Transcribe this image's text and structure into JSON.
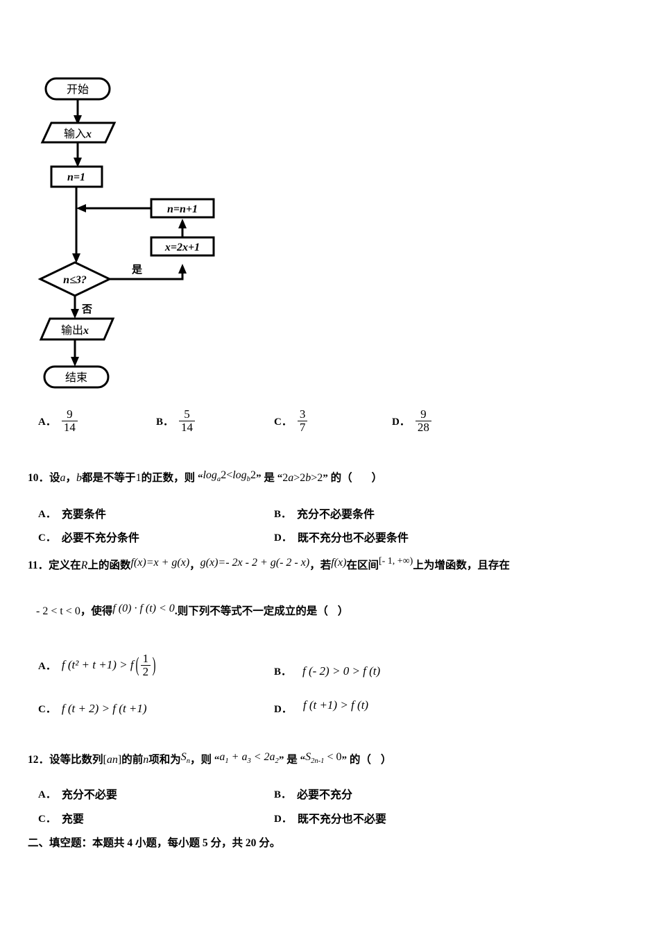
{
  "flowchart": {
    "title": "program-flowchart",
    "nodes": [
      {
        "id": "start",
        "shape": "rounded",
        "label": "开始"
      },
      {
        "id": "input",
        "shape": "parallelogram",
        "label_cn": "输入",
        "label_var": "x"
      },
      {
        "id": "init",
        "shape": "rect",
        "label_var": "n",
        "label_rest": "=1"
      },
      {
        "id": "increment",
        "shape": "rect",
        "label_var": "n",
        "label_rest": "=",
        "label_var2": "n",
        "label_rest2": "+1"
      },
      {
        "id": "update",
        "shape": "rect",
        "label_var": "x",
        "label_rest": "=2",
        "label_var2": "x",
        "label_rest2": "+1"
      },
      {
        "id": "decision",
        "shape": "diamond",
        "label_var": "n",
        "label_rest": "≤3?"
      },
      {
        "id": "output",
        "shape": "parallelogram",
        "label_cn": "输出",
        "label_var": "x"
      },
      {
        "id": "end",
        "shape": "rounded",
        "label": "结束"
      }
    ],
    "edge_labels": {
      "yes": "是",
      "no": "否"
    }
  },
  "q9_options": {
    "items": [
      {
        "letter": "A．",
        "num": "9",
        "den": "14"
      },
      {
        "letter": "B．",
        "num": "5",
        "den": "14"
      },
      {
        "letter": "C．",
        "num": "3",
        "den": "7"
      },
      {
        "letter": "D．",
        "num": "9",
        "den": "28"
      }
    ]
  },
  "q10": {
    "number": "10．",
    "text_a": "设",
    "var_a": "a",
    "comma": "，",
    "var_b": "b",
    "text_b": "都是不等于",
    "num_one": "1",
    "text_c": "的正数，则",
    "expr1_quote_open": "“",
    "expr1_log": "log",
    "expr1_sub_a": "a",
    "expr1_two": "2<",
    "expr1_log2": "log",
    "expr1_sub_b": "b",
    "expr1_two2": "2",
    "expr1_quote_close": "”",
    "text_is": "是",
    "expr2_quote_open": "“",
    "expr2": "2",
    "expr2_sup_a": "a",
    "expr2_gt": ">2",
    "expr2_sup_b": "b",
    "expr2_gt2": ">2",
    "expr2_quote_close": "”",
    "text_de": "的（",
    "text_close": "）",
    "options": [
      {
        "letter": "A．",
        "text": "充要条件"
      },
      {
        "letter": "B．",
        "text": "充分不必要条件"
      },
      {
        "letter": "C．",
        "text": "必要不充分条件"
      },
      {
        "letter": "D．",
        "text": "既不充分也不必要条件"
      }
    ]
  },
  "q11": {
    "number": "11．",
    "line1_t1": "定义在",
    "line1_R": "R",
    "line1_t2": "上的函数",
    "line1_f": "f",
    "line1_fx": "(x)",
    "line1_eq": "=x + g(x)",
    "line1_comma": "，",
    "line1_g": "g",
    "line1_gx": "(x)",
    "line1_geq": "=- 2x - 2 + g(- 2 - x)",
    "line1_comma2": "，",
    "line1_t3": "若",
    "line1_f2": "f",
    "line1_f2x": "(x)",
    "line1_t4": "在区间",
    "line1_interval": "[- 1, +∞)",
    "line1_t5": "上为增函数，且存在",
    "line2_expr": "- 2 < t < 0",
    "line2_comma": "，",
    "line2_t1": "使得",
    "line2_expr2": "f (0) · f (t) < 0",
    "line2_t2": ".则下列不等式不一定成立的是（",
    "line2_close": "）",
    "options": [
      {
        "letter": "A．",
        "type": "frac",
        "left": "f (t² + t +1) > f",
        "num": "1",
        "den": "2"
      },
      {
        "letter": "B．",
        "type": "plain",
        "text": "f (- 2) > 0 > f (t)"
      },
      {
        "letter": "C．",
        "type": "plain",
        "text": "f (t + 2) > f (t +1)"
      },
      {
        "letter": "D．",
        "type": "plain",
        "text": "f (t +1) > f (t)"
      }
    ]
  },
  "q12": {
    "number": "12．",
    "t1": "设等比数列",
    "seq_open": "[",
    "seq_a": "a",
    "seq_sub": "n",
    "seq_close": "]",
    "t2": "的前",
    "var_n": "n",
    "t3": "项和为",
    "var_S": "S",
    "var_S_sub": "n",
    "t4": "，则",
    "expr1_open": "“",
    "expr1": "a",
    "expr1_sub1": "1",
    "expr1_mid": " + a",
    "expr1_sub2": "3",
    "expr1_lt": " < 2a",
    "expr1_sub3": "2",
    "expr1_close": "”",
    "t_is": "是",
    "expr2_open": "“",
    "expr2_S": "S",
    "expr2_sub": "2n-1",
    "expr2_lt": " < 0",
    "expr2_close": "”",
    "t5": "的（",
    "t_close": "）",
    "options": [
      {
        "letter": "A．",
        "text": "充分不必要"
      },
      {
        "letter": "B．",
        "text": "必要不充分"
      },
      {
        "letter": "C．",
        "text": "充要"
      },
      {
        "letter": "D．",
        "text": "既不充分也不必要"
      }
    ]
  },
  "section2": {
    "text": "二、填空题：本题共 4 小题，每小题 5 分，共 20 分。"
  }
}
